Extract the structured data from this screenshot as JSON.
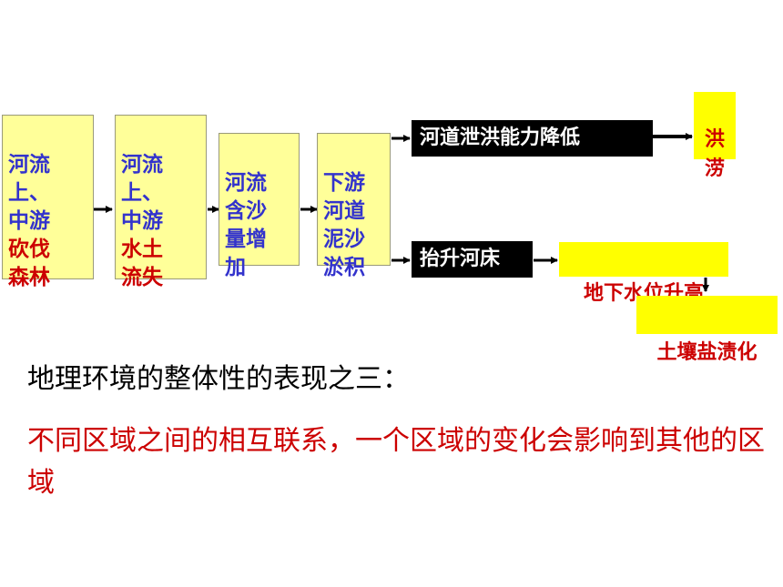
{
  "chain": {
    "box1": {
      "line1": "河流\n上、\n中游",
      "line2": "砍伐\n森林"
    },
    "box2": {
      "line1": "河流\n上、\n中游",
      "line2": "水土\n流失"
    },
    "box3": {
      "text": "河流\n含沙\n量增\n加"
    },
    "box4": {
      "text": "下游\n河道\n泥沙\n淤积"
    }
  },
  "upper_branch": {
    "cause": "河道泄洪能力降低",
    "result": "洪\n涝"
  },
  "lower_branch": {
    "cause": "抬升河床",
    "step": "地下水位升高",
    "result": "土壤盐渍化"
  },
  "heading": "地理环境的整体性的表现之三：",
  "statement": "不同区域之间的相互联系，一个区域的变化会影响到其他的区域",
  "colors": {
    "box_fill": "#ffff99",
    "blue_text": "#3333cc",
    "red_text": "#cc0000",
    "highlight": "#ffff00"
  }
}
